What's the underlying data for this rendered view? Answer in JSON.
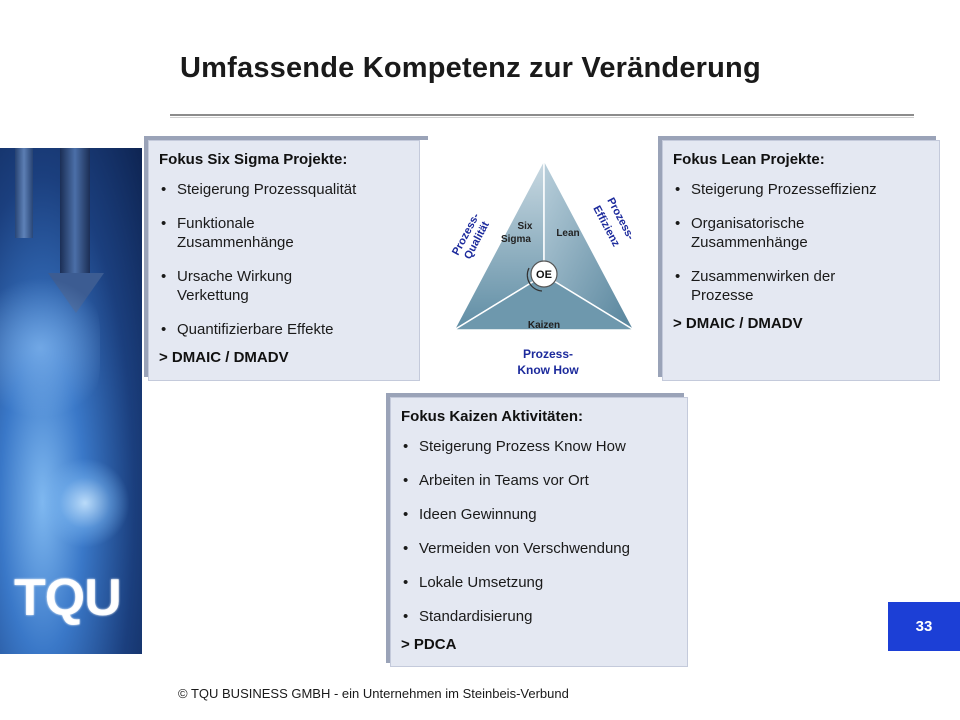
{
  "slide": {
    "title": "Umfassende Kompetenz zur Veränderung",
    "page_number": "33",
    "footer": "© TQU BUSINESS GMBH - ein Unternehmen im Steinbeis-Verbund",
    "logo_text": "TQU"
  },
  "six_sigma": {
    "heading": "Fokus Six Sigma Projekte:",
    "items": [
      "Steigerung Prozessqualität",
      "Funktionale Zusammenhänge",
      "Ursache Wirkung Verkettung",
      "Quantifizierbare Effekte"
    ],
    "footer": "> DMAIC / DMADV"
  },
  "lean": {
    "heading": "Fokus Lean Projekte:",
    "items": [
      "Steigerung Prozesseffizienz",
      "Organisatorische Zusammenhänge",
      "Zusammenwirken der Prozesse"
    ],
    "footer": "> DMAIC / DMADV"
  },
  "kaizen": {
    "heading": "Fokus Kaizen Aktivitäten:",
    "items": [
      "Steigerung Prozess Know How",
      "Arbeiten in Teams vor Ort",
      "Ideen Gewinnung",
      "Vermeiden von Verschwendung",
      "Lokale Umsetzung",
      "Standardisierung"
    ],
    "footer": "> PDCA"
  },
  "diagram": {
    "left_side_label_1": "Prozess-",
    "left_side_label_2": "Qualität",
    "right_side_label_1": "Prozess-",
    "right_side_label_2": "Effizienz",
    "bottom_label_1": "Prozess-",
    "bottom_label_2": "Know How",
    "segment_sixsigma_1": "Six",
    "segment_sixsigma_2": "Sigma",
    "segment_lean": "Lean",
    "segment_kaizen": "Kaizen",
    "center": "OE"
  },
  "colors": {
    "box_fill": "#e4e8f2",
    "triangle_fill": "#7fa7ba",
    "page_badge": "#1c3fd6",
    "diagram_label": "#1c2a9c"
  }
}
